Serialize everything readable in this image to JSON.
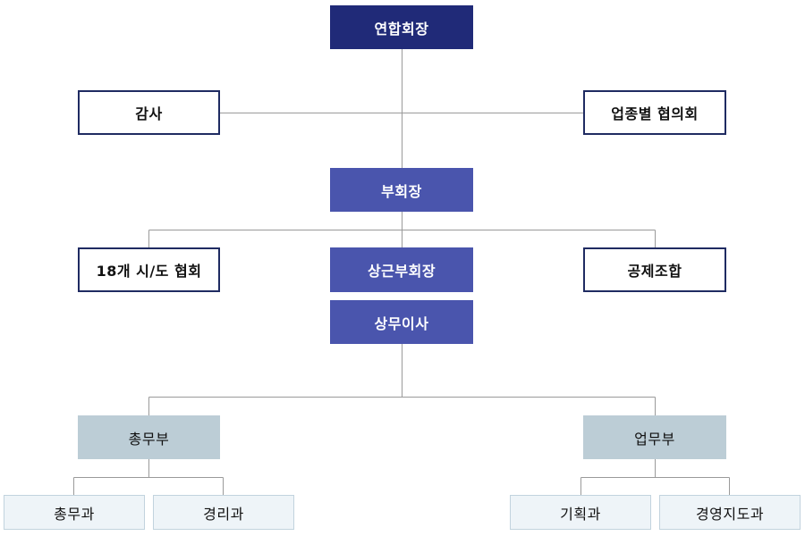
{
  "org": {
    "chairman": "연합회장",
    "auditor": "감사",
    "industry_council": "업종별 협의회",
    "vice_chairman": "부회장",
    "regional_assoc": "18개 시/도 협회",
    "standing_vice": "상근부회장",
    "mutual_aid": "공제조합",
    "managing_director": "상무이사",
    "general_affairs_dept": "총무부",
    "business_dept": "업무부",
    "general_affairs_team": "총무과",
    "accounting_team": "경리과",
    "planning_team": "기획과",
    "business_guidance_team": "경영지도과"
  },
  "colors": {
    "top": "#202a78",
    "mid": "#4a55ad",
    "outline": "#1f2b62",
    "dept": "#bccdd6",
    "team": "#eef4f8",
    "line": "#9a9a9a"
  }
}
